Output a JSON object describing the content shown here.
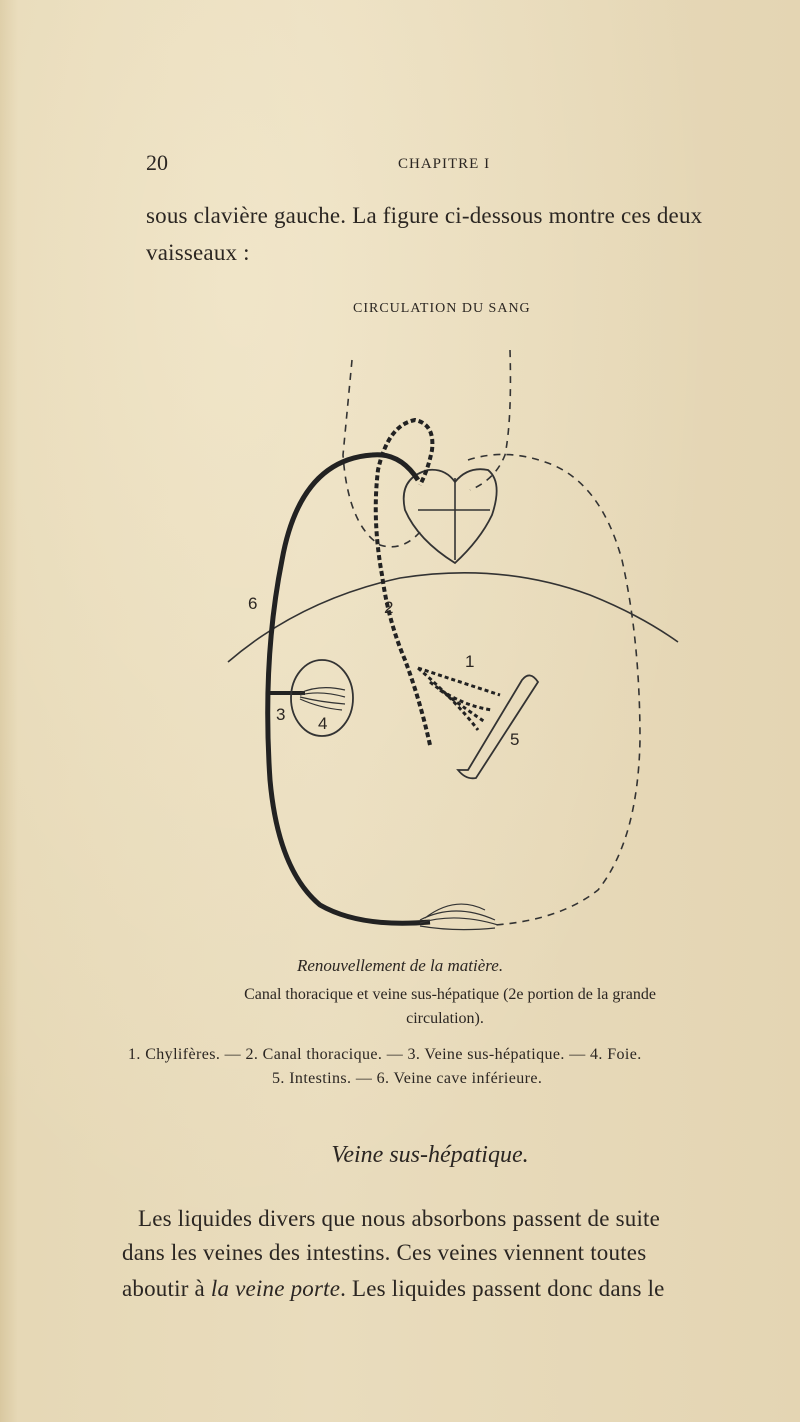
{
  "header": {
    "page_number": "20",
    "running_head": "CHAPITRE I"
  },
  "intro": {
    "line1": "sous clavière gauche. La figure ci-dessous montre ces deux",
    "line2": "vaisseaux :"
  },
  "figure": {
    "title": "CIRCULATION DU SANG",
    "labels": [
      "1",
      "2",
      "3",
      "4",
      "5",
      "6"
    ],
    "caption_title": "Renouvellement de la matière.",
    "caption_line1": "Canal thoracique et veine sus-hépatique (2e portion de la grande",
    "caption_line2": "circulation).",
    "legend_line1": "1. Chylifères. — 2. Canal thoracique. — 3. Veine sus-hépatique. — 4. Foie.",
    "legend_line2": "5. Intestins. — 6. Veine cave inférieure."
  },
  "section": {
    "title": "Veine sus-hépatique."
  },
  "body": {
    "line1": "Les liquides divers que nous absorbons passent de suite",
    "line2": "dans les veines des intestins. Ces veines viennent toutes",
    "line3_before": "aboutir à ",
    "line3_italic": "la veine porte",
    "line3_after": ". Les liquides passent donc dans le"
  }
}
